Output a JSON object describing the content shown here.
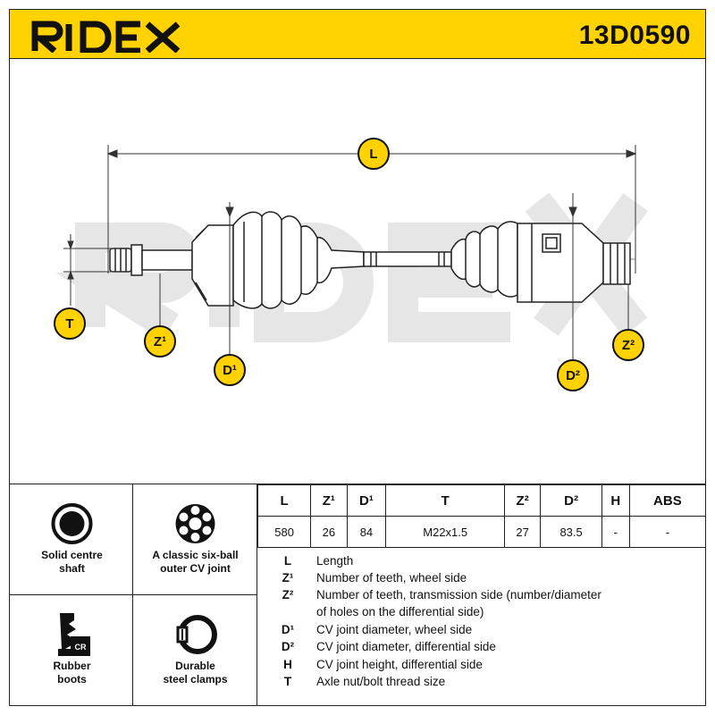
{
  "header": {
    "brand": "RIDEX",
    "part_number": "13D0590",
    "accent_color": "#ffd200"
  },
  "diagram": {
    "watermark": "RIDEX",
    "labels": {
      "L": "L",
      "T": "T",
      "Z1": "Z¹",
      "D1": "D¹",
      "D2": "D²",
      "Z2": "Z²"
    }
  },
  "features": [
    {
      "icon": "solid-shaft-icon",
      "label": "Solid centre\nshaft"
    },
    {
      "icon": "six-ball-joint-icon",
      "label": "A classic six-ball\nouter CV joint"
    },
    {
      "icon": "rubber-boot-icon",
      "label": "Rubber\nboots",
      "icon_text": "CR"
    },
    {
      "icon": "steel-clamp-icon",
      "label": "Durable\nsteel clamps"
    }
  ],
  "spec_table": {
    "headers": [
      "L",
      "Z¹",
      "D¹",
      "T",
      "Z²",
      "D²",
      "H",
      "ABS"
    ],
    "values": [
      "580",
      "26",
      "84",
      "M22x1.5",
      "27",
      "83.5",
      "-",
      "-"
    ]
  },
  "legend": [
    {
      "key": "L",
      "desc": "Length"
    },
    {
      "key": "Z¹",
      "desc": "Number of teeth, wheel side"
    },
    {
      "key": "Z²",
      "desc": "Number of teeth, transmission side (number/diameter"
    },
    {
      "key": "",
      "desc": "of holes on the differential side)"
    },
    {
      "key": "D¹",
      "desc": "CV joint diameter, wheel side"
    },
    {
      "key": "D²",
      "desc": "CV joint diameter, differential side"
    },
    {
      "key": "H",
      "desc": "CV joint height, differential side"
    },
    {
      "key": "T",
      "desc": "Axle nut/bolt thread size"
    }
  ]
}
